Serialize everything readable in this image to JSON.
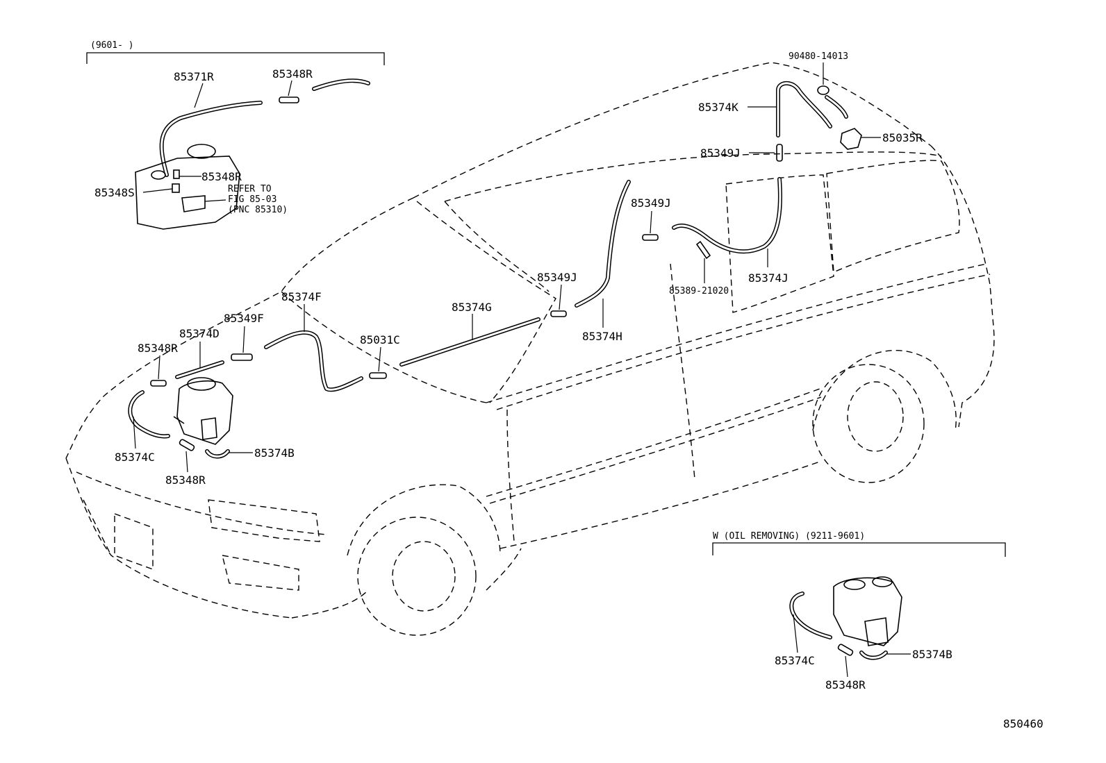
{
  "inset_top_left": {
    "title": "(9601-     )"
  },
  "inset_bottom_right": {
    "title": "W  (OIL REMOVING) (9211-9601)"
  },
  "refer_note": {
    "line1": "REFER TO",
    "line2": "FIG 85-03",
    "line3": "(PNC 85310)"
  },
  "figure_number": "850460",
  "labels": {
    "p85371R": "85371R",
    "p85348R_top": "85348R",
    "p85348R_tank": "85348R",
    "p85348S": "85348S",
    "p90480": "90480-14013",
    "p85374K": "85374K",
    "p85035R": "85035R",
    "p85349J_a": "85349J",
    "p85349J_b": "85349J",
    "p85349J_c": "85349J",
    "p85389": "85389-21020",
    "p85374J": "85374J",
    "p85374H": "85374H",
    "p85374F": "85374F",
    "p85374G": "85374G",
    "p85349F": "85349F",
    "p85374D": "85374D",
    "p85348R_left": "85348R",
    "p85031C": "85031C",
    "p85374C": "85374C",
    "p85374B": "85374B",
    "p85348R_bottom": "85348R",
    "p85374C_w": "85374C",
    "p85374B_w": "85374B",
    "p85348R_w": "85348R"
  }
}
